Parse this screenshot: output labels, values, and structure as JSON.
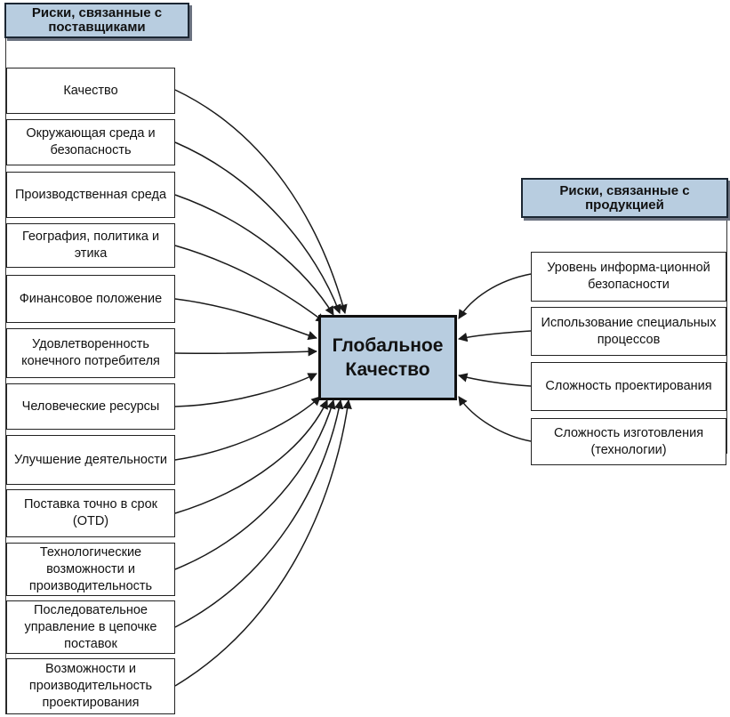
{
  "supplier_risks": {
    "header": "Риски, связанные с поставщиками",
    "items": [
      "Качество",
      "Окружающая среда и безопасность",
      "Производственная среда",
      "География, политика и этика",
      "Финансовое положение",
      "Удовлетворенность конечного потребителя",
      "Человеческие ресурсы",
      "Улучшение деятельности",
      "Поставка точно в срок (OTD)",
      "Технологические возможности и производительность",
      "Последовательное управление в цепочке поставок",
      "Возможности и производительность проектирования"
    ]
  },
  "center": {
    "label": "Глобальное Качество"
  },
  "product_risks": {
    "header": "Риски, связанные с продукцией",
    "items": [
      "Уровень информа-ционной безопасности",
      "Использование специальных процессов",
      "Сложность проектирования",
      "Сложность изготовления (технологии)"
    ]
  },
  "colors": {
    "header_fill": "#b8cde0",
    "center_fill": "#b8cde0",
    "line": "#1a1a1a"
  }
}
